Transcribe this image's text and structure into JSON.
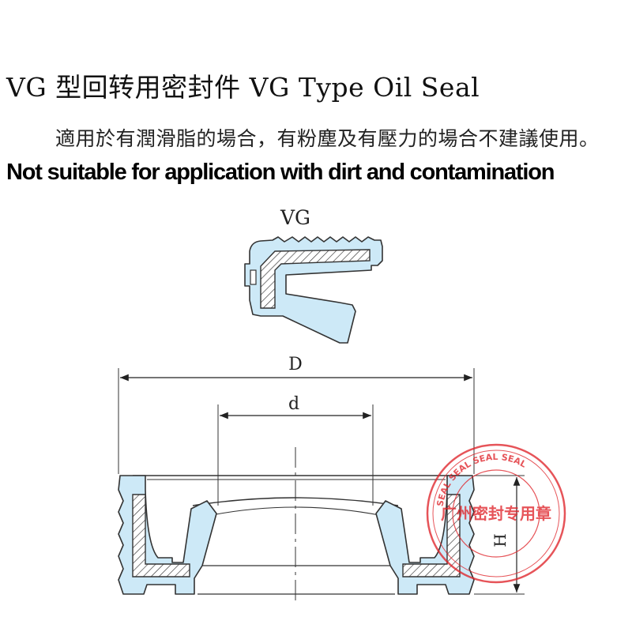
{
  "title": "VG 型回转用密封件 VG Type Oil Seal",
  "subtitle_zh": "適用於有潤滑脂的場合，有粉塵及有壓力的場合不建議使用。",
  "subtitle_en": "Not suitable for application with dirt and contamination",
  "profile_label": "VG",
  "dimensions": {
    "outer": "D",
    "inner": "d",
    "height": "H"
  },
  "stamp": {
    "text": "广州密封专用章",
    "ring_text": "SEAL SEAL SEAL SEAL"
  },
  "colors": {
    "rubber_fill": "#cde9f7",
    "outline": "#333333",
    "stamp_red": "#e0252b"
  }
}
